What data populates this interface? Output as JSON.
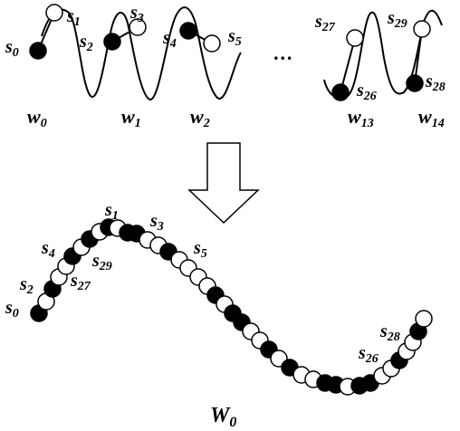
{
  "colors": {
    "ink": "#000000",
    "paper": "#ffffff"
  },
  "top": {
    "ellipsis": "…",
    "labels": [
      {
        "key": "s0",
        "base": "s",
        "sub": "0"
      },
      {
        "key": "s1",
        "base": "s",
        "sub": "1"
      },
      {
        "key": "s2",
        "base": "s",
        "sub": "2"
      },
      {
        "key": "s3",
        "base": "s",
        "sub": "3"
      },
      {
        "key": "s4",
        "base": "s",
        "sub": "4"
      },
      {
        "key": "s5",
        "base": "s",
        "sub": "5"
      },
      {
        "key": "s27",
        "base": "s",
        "sub": "27"
      },
      {
        "key": "s29",
        "base": "s",
        "sub": "29"
      },
      {
        "key": "s26",
        "base": "s",
        "sub": "26"
      },
      {
        "key": "s28",
        "base": "s",
        "sub": "28"
      }
    ],
    "wells": [
      {
        "key": "w0",
        "base": "w",
        "sub": "0"
      },
      {
        "key": "w1",
        "base": "w",
        "sub": "1"
      },
      {
        "key": "w2",
        "base": "w",
        "sub": "2"
      },
      {
        "key": "w13",
        "base": "w",
        "sub": "13"
      },
      {
        "key": "w14",
        "base": "w",
        "sub": "14"
      }
    ]
  },
  "bottom": {
    "labels": [
      {
        "key": "s1",
        "base": "s",
        "sub": "1"
      },
      {
        "key": "s3",
        "base": "s",
        "sub": "3"
      },
      {
        "key": "s5",
        "base": "s",
        "sub": "5"
      },
      {
        "key": "s4",
        "base": "s",
        "sub": "4"
      },
      {
        "key": "s29",
        "base": "s",
        "sub": "29"
      },
      {
        "key": "s2",
        "base": "s",
        "sub": "2"
      },
      {
        "key": "s27",
        "base": "s",
        "sub": "27"
      },
      {
        "key": "s0",
        "base": "s",
        "sub": "0"
      },
      {
        "key": "s28",
        "base": "s",
        "sub": "28"
      },
      {
        "key": "s26",
        "base": "s",
        "sub": "26"
      }
    ],
    "combined_well": {
      "base": "W",
      "sub": "0"
    }
  }
}
